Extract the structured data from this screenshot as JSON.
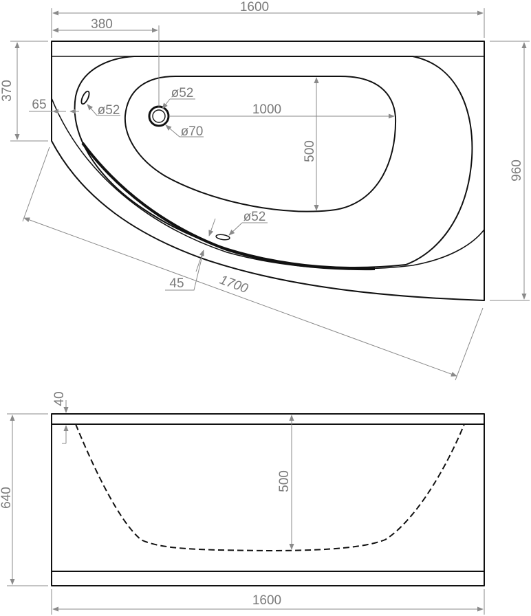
{
  "top_view": {
    "overall_width": "1600",
    "drain_offset": "380",
    "side_depth": "370",
    "edge_offset": "65",
    "overflow_dia": "ø52",
    "drain_dia_inner": "ø52",
    "drain_dia_outer": "ø70",
    "basin_length": "1000",
    "basin_width": "500",
    "overall_depth": "960",
    "front_hole_dia": "ø52",
    "rim_thickness": "45",
    "diagonal_length": "1700"
  },
  "side_view": {
    "rim_height": "40",
    "overall_height": "640",
    "basin_depth": "500",
    "overall_width": "1600"
  },
  "colors": {
    "outline": "#111111",
    "dimension": "#888888",
    "dimension_text": "#7a7a7a"
  }
}
